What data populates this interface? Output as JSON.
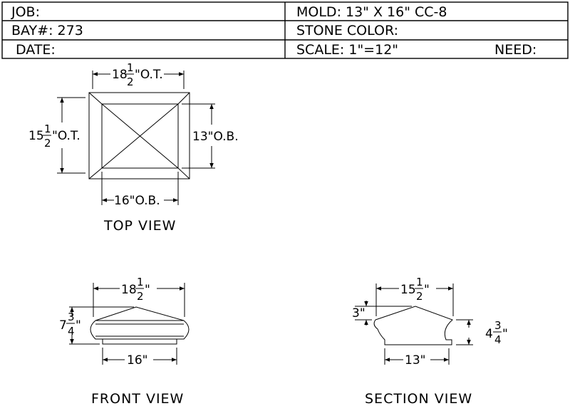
{
  "title_block": {
    "job_label": "JOB:",
    "bay_label": "BAY#: 273",
    "date_label": "DATE:",
    "mold_label": "MOLD: 13\" X 16\" CC-8",
    "stone_color_label": "STONE COLOR:",
    "scale_label": "SCALE: 1\"=12\"",
    "need_label": "NEED:"
  },
  "top_view": {
    "label": "TOP VIEW",
    "width_ot_whole": "18",
    "width_ot_num": "1",
    "width_ot_den": "2",
    "width_ot_suffix": "\"O.T.",
    "depth_ot_whole": "15",
    "depth_ot_num": "1",
    "depth_ot_den": "2",
    "depth_ot_suffix": "\"O.T.",
    "depth_ob": "13\"O.B.",
    "width_ob": "16\"O.B."
  },
  "front_view": {
    "label": "FRONT VIEW",
    "top_whole": "18",
    "top_num": "1",
    "top_den": "2",
    "top_suffix": "\"",
    "height_whole": "7",
    "height_num": "3",
    "height_den": "4",
    "height_suffix": "\"",
    "bottom": "16\""
  },
  "section_view": {
    "label": "SECTION VIEW",
    "top_whole": "15",
    "top_num": "1",
    "top_den": "2",
    "top_suffix": "\"",
    "rise": "3\"",
    "height_whole": "4",
    "height_num": "3",
    "height_den": "4",
    "height_suffix": "\"",
    "bottom": "13\""
  }
}
